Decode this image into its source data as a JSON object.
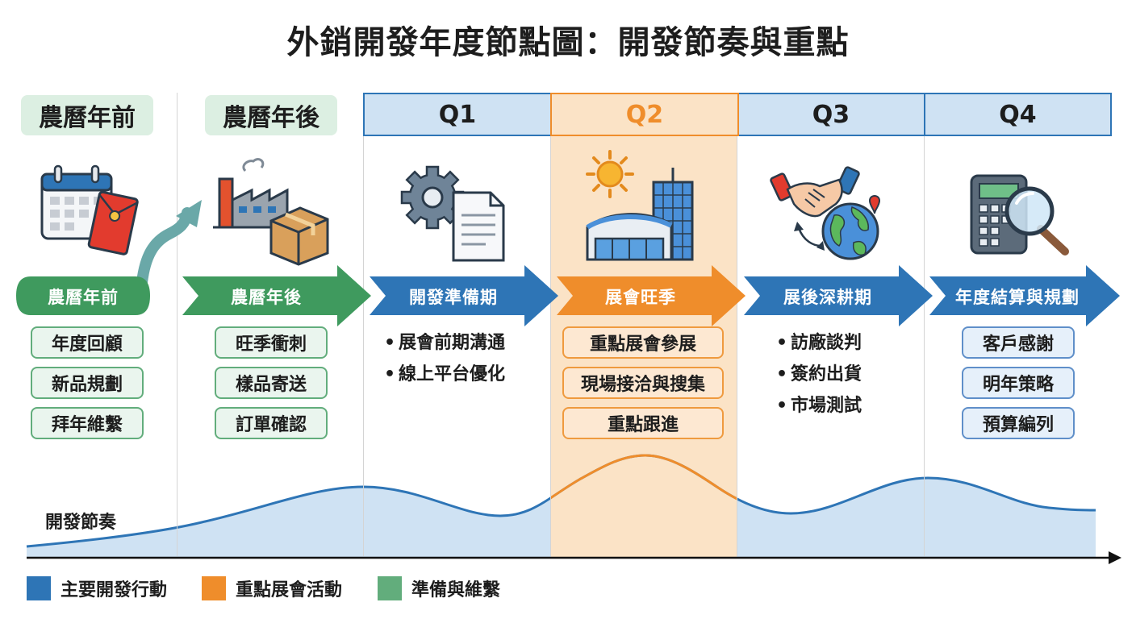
{
  "title": "外銷開發年度節點圖：開發節奏與重點",
  "periods": [
    {
      "label": "農曆年前",
      "style": "green-tag"
    },
    {
      "label": "農曆年後",
      "style": "green-tag"
    },
    {
      "label": "Q1",
      "style": "quarter"
    },
    {
      "label": "Q2",
      "style": "quarter-highlight"
    },
    {
      "label": "Q3",
      "style": "quarter"
    },
    {
      "label": "Q4",
      "style": "quarter"
    }
  ],
  "phases": [
    {
      "name": "農曆年前",
      "color": "#3f9a5e",
      "icon": "calendar-red-envelope-icon",
      "items": [
        "年度回顧",
        "新品規劃",
        "拜年維繫"
      ],
      "item_style": "green-pill"
    },
    {
      "name": "農曆年後",
      "color": "#3f9a5e",
      "icon": "factory-box-icon",
      "items": [
        "旺季衝刺",
        "樣品寄送",
        "訂單確認"
      ],
      "item_style": "green-pill"
    },
    {
      "name": "開發準備期",
      "color": "#2e75b6",
      "icon": "gear-document-icon",
      "items": [
        "展會前期溝通",
        "線上平台優化"
      ],
      "item_style": "bullet"
    },
    {
      "name": "展會旺季",
      "color": "#ef8d2b",
      "icon": "exhibition-hall-sun-icon",
      "items": [
        "重點展會參展",
        "現場接洽與搜集",
        "重點跟進"
      ],
      "item_style": "orange-pill"
    },
    {
      "name": "展後深耕期",
      "color": "#2e75b6",
      "icon": "handshake-globe-icon",
      "items": [
        "訪廠談判",
        "簽約出貨",
        "市場測試"
      ],
      "item_style": "bullet"
    },
    {
      "name": "年度結算與規劃",
      "color": "#2e75b6",
      "icon": "calculator-magnifier-icon",
      "items": [
        "客戶感謝",
        "明年策略",
        "預算編列"
      ],
      "item_style": "blue-pill"
    }
  ],
  "rhythm": {
    "label": "開發節奏",
    "fill_color": "#cfe2f3",
    "line_color": "#2e75b6",
    "highlight_fill": "#fbe3c6",
    "highlight_line": "#ef8d2b"
  },
  "legend": [
    {
      "label": "主要開發行動",
      "color": "#2e75b6"
    },
    {
      "label": "重點展會活動",
      "color": "#ef8d2b"
    },
    {
      "label": "準備與維繫",
      "color": "#62ad7c"
    }
  ]
}
